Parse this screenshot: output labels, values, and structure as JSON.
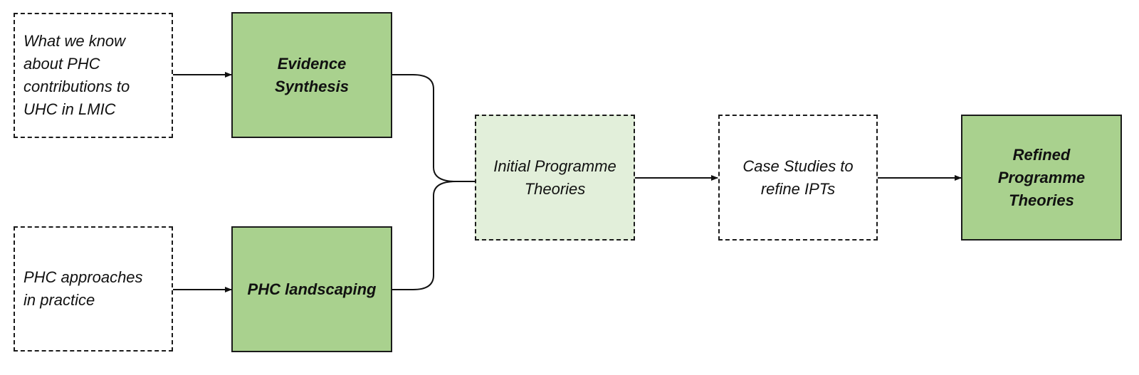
{
  "colors": {
    "solid_green": "#a9d18e",
    "light_green": "#e2efda",
    "line": "#111111"
  },
  "nodes": {
    "known": {
      "lines": [
        "What we know",
        "about PHC",
        "contributions to",
        "UHC in LMIC"
      ]
    },
    "practice": {
      "lines": [
        "PHC approaches",
        "in practice"
      ]
    },
    "evidence": {
      "lines": [
        "Evidence",
        "Synthesis"
      ]
    },
    "landscaping": {
      "lines": [
        "PHC landscaping"
      ]
    },
    "initial": {
      "lines": [
        "Initial Programme",
        "Theories"
      ]
    },
    "case": {
      "lines": [
        "Case Studies to",
        "refine IPTs"
      ]
    },
    "refined": {
      "lines": [
        "Refined",
        "Programme",
        "Theories"
      ]
    }
  }
}
